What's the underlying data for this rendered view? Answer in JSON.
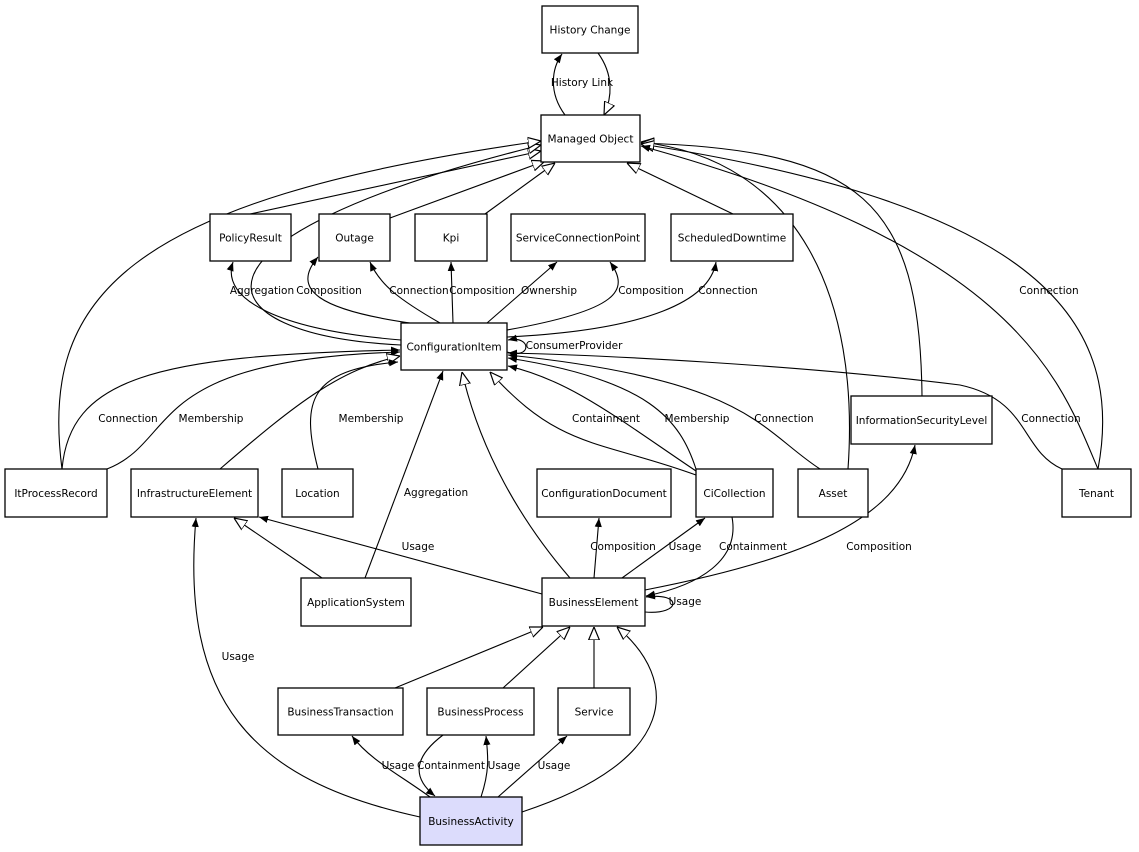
{
  "colors": {
    "default_fill": "#ffffff",
    "highlight_fill": "#dcdcfc",
    "stroke": "#000000"
  },
  "nodes": [
    {
      "id": "HistoryChange",
      "label": "History Change"
    },
    {
      "id": "ManagedObject",
      "label": "Managed Object"
    },
    {
      "id": "PolicyResult",
      "label": "PolicyResult"
    },
    {
      "id": "Outage",
      "label": "Outage"
    },
    {
      "id": "Kpi",
      "label": "Kpi"
    },
    {
      "id": "ServiceConnectionPoint",
      "label": "ServiceConnectionPoint"
    },
    {
      "id": "ScheduledDowntime",
      "label": "ScheduledDowntime"
    },
    {
      "id": "ConfigurationItem",
      "label": "ConfigurationItem"
    },
    {
      "id": "ItProcessRecord",
      "label": "ItProcessRecord"
    },
    {
      "id": "InfrastructureElement",
      "label": "InfrastructureElement"
    },
    {
      "id": "Location",
      "label": "Location"
    },
    {
      "id": "ConfigurationDocument",
      "label": "ConfigurationDocument"
    },
    {
      "id": "CiCollection",
      "label": "CiCollection"
    },
    {
      "id": "Asset",
      "label": "Asset"
    },
    {
      "id": "InformationSecurityLevel",
      "label": "InformationSecurityLevel"
    },
    {
      "id": "Tenant",
      "label": "Tenant"
    },
    {
      "id": "ApplicationSystem",
      "label": "ApplicationSystem"
    },
    {
      "id": "BusinessElement",
      "label": "BusinessElement"
    },
    {
      "id": "BusinessTransaction",
      "label": "BusinessTransaction"
    },
    {
      "id": "BusinessProcess",
      "label": "BusinessProcess"
    },
    {
      "id": "Service",
      "label": "Service"
    },
    {
      "id": "BusinessActivity",
      "label": "BusinessActivity",
      "highlighted": true
    }
  ],
  "edges": [
    {
      "from": "ManagedObject",
      "to": "HistoryChange",
      "kind": "association",
      "label": "History Link"
    },
    {
      "from": "HistoryChange",
      "to": "ManagedObject",
      "kind": "generalization",
      "label": ""
    },
    {
      "from": "PolicyResult",
      "to": "ManagedObject",
      "kind": "generalization",
      "label": ""
    },
    {
      "from": "Outage",
      "to": "ManagedObject",
      "kind": "generalization",
      "label": ""
    },
    {
      "from": "Kpi",
      "to": "ManagedObject",
      "kind": "generalization",
      "label": ""
    },
    {
      "from": "ScheduledDowntime",
      "to": "ManagedObject",
      "kind": "generalization",
      "label": ""
    },
    {
      "from": "ConfigurationItem",
      "to": "ManagedObject",
      "kind": "generalization",
      "label": ""
    },
    {
      "from": "ItProcessRecord",
      "to": "ManagedObject",
      "kind": "generalization",
      "label": ""
    },
    {
      "from": "Asset",
      "to": "ManagedObject",
      "kind": "generalization",
      "label": ""
    },
    {
      "from": "InformationSecurityLevel",
      "to": "ManagedObject",
      "kind": "generalization",
      "label": ""
    },
    {
      "from": "Tenant",
      "to": "ManagedObject",
      "kind": "generalization",
      "label": ""
    },
    {
      "from": "Tenant",
      "to": "ManagedObject",
      "kind": "association",
      "label": "Connection"
    },
    {
      "from": "ConfigurationItem",
      "to": "PolicyResult",
      "kind": "association",
      "label": "Aggregation"
    },
    {
      "from": "ConfigurationItem",
      "to": "Outage",
      "kind": "association",
      "label": "Composition"
    },
    {
      "from": "ConfigurationItem",
      "to": "Outage",
      "kind": "association",
      "label": "Connection"
    },
    {
      "from": "ConfigurationItem",
      "to": "Kpi",
      "kind": "association",
      "label": "Composition"
    },
    {
      "from": "ConfigurationItem",
      "to": "ServiceConnectionPoint",
      "kind": "association",
      "label": "Ownership"
    },
    {
      "from": "ConfigurationItem",
      "to": "ServiceConnectionPoint",
      "kind": "association",
      "label": "Composition"
    },
    {
      "from": "ConfigurationItem",
      "to": "ScheduledDowntime",
      "kind": "association",
      "label": "Connection"
    },
    {
      "from": "ConfigurationItem",
      "to": "ConfigurationItem",
      "kind": "association",
      "label": "ConsumerProvider"
    },
    {
      "from": "ItProcessRecord",
      "to": "ConfigurationItem",
      "kind": "association",
      "label": "Connection"
    },
    {
      "from": "ItProcessRecord",
      "to": "ConfigurationItem",
      "kind": "association",
      "label": "Membership"
    },
    {
      "from": "InfrastructureElement",
      "to": "ConfigurationItem",
      "kind": "generalization",
      "label": ""
    },
    {
      "from": "Location",
      "to": "ConfigurationItem",
      "kind": "association",
      "label": "Membership"
    },
    {
      "from": "ApplicationSystem",
      "to": "ConfigurationItem",
      "kind": "association",
      "label": "Aggregation"
    },
    {
      "from": "BusinessElement",
      "to": "ConfigurationItem",
      "kind": "generalization",
      "label": ""
    },
    {
      "from": "CiCollection",
      "to": "ConfigurationItem",
      "kind": "generalization",
      "label": ""
    },
    {
      "from": "CiCollection",
      "to": "ConfigurationItem",
      "kind": "association",
      "label": "Containment"
    },
    {
      "from": "CiCollection",
      "to": "ConfigurationItem",
      "kind": "association",
      "label": "Membership"
    },
    {
      "from": "Asset",
      "to": "ConfigurationItem",
      "kind": "association",
      "label": "Connection"
    },
    {
      "from": "Tenant",
      "to": "ConfigurationItem",
      "kind": "association",
      "label": "Connection"
    },
    {
      "from": "BusinessElement",
      "to": "InfrastructureElement",
      "kind": "association",
      "label": "Usage"
    },
    {
      "from": "ApplicationSystem",
      "to": "InfrastructureElement",
      "kind": "generalization",
      "label": ""
    },
    {
      "from": "BusinessElement",
      "to": "ConfigurationDocument",
      "kind": "association",
      "label": "Composition"
    },
    {
      "from": "BusinessElement",
      "to": "CiCollection",
      "kind": "association",
      "label": "Usage"
    },
    {
      "from": "CiCollection",
      "to": "BusinessElement",
      "kind": "association",
      "label": "Containment"
    },
    {
      "from": "BusinessElement",
      "to": "InformationSecurityLevel",
      "kind": "association",
      "label": "Composition"
    },
    {
      "from": "BusinessElement",
      "to": "BusinessElement",
      "kind": "association",
      "label": "Usage"
    },
    {
      "from": "BusinessTransaction",
      "to": "BusinessElement",
      "kind": "generalization",
      "label": ""
    },
    {
      "from": "BusinessProcess",
      "to": "BusinessElement",
      "kind": "generalization",
      "label": ""
    },
    {
      "from": "Service",
      "to": "BusinessElement",
      "kind": "generalization",
      "label": ""
    },
    {
      "from": "BusinessActivity",
      "to": "BusinessElement",
      "kind": "generalization",
      "label": ""
    },
    {
      "from": "BusinessActivity",
      "to": "InfrastructureElement",
      "kind": "association",
      "label": "Usage"
    },
    {
      "from": "BusinessActivity",
      "to": "BusinessTransaction",
      "kind": "association",
      "label": "Usage"
    },
    {
      "from": "BusinessProcess",
      "to": "BusinessActivity",
      "kind": "association",
      "label": "Containment"
    },
    {
      "from": "BusinessActivity",
      "to": "BusinessProcess",
      "kind": "association",
      "label": "Usage"
    },
    {
      "from": "BusinessActivity",
      "to": "Service",
      "kind": "association",
      "label": "Usage"
    }
  ]
}
